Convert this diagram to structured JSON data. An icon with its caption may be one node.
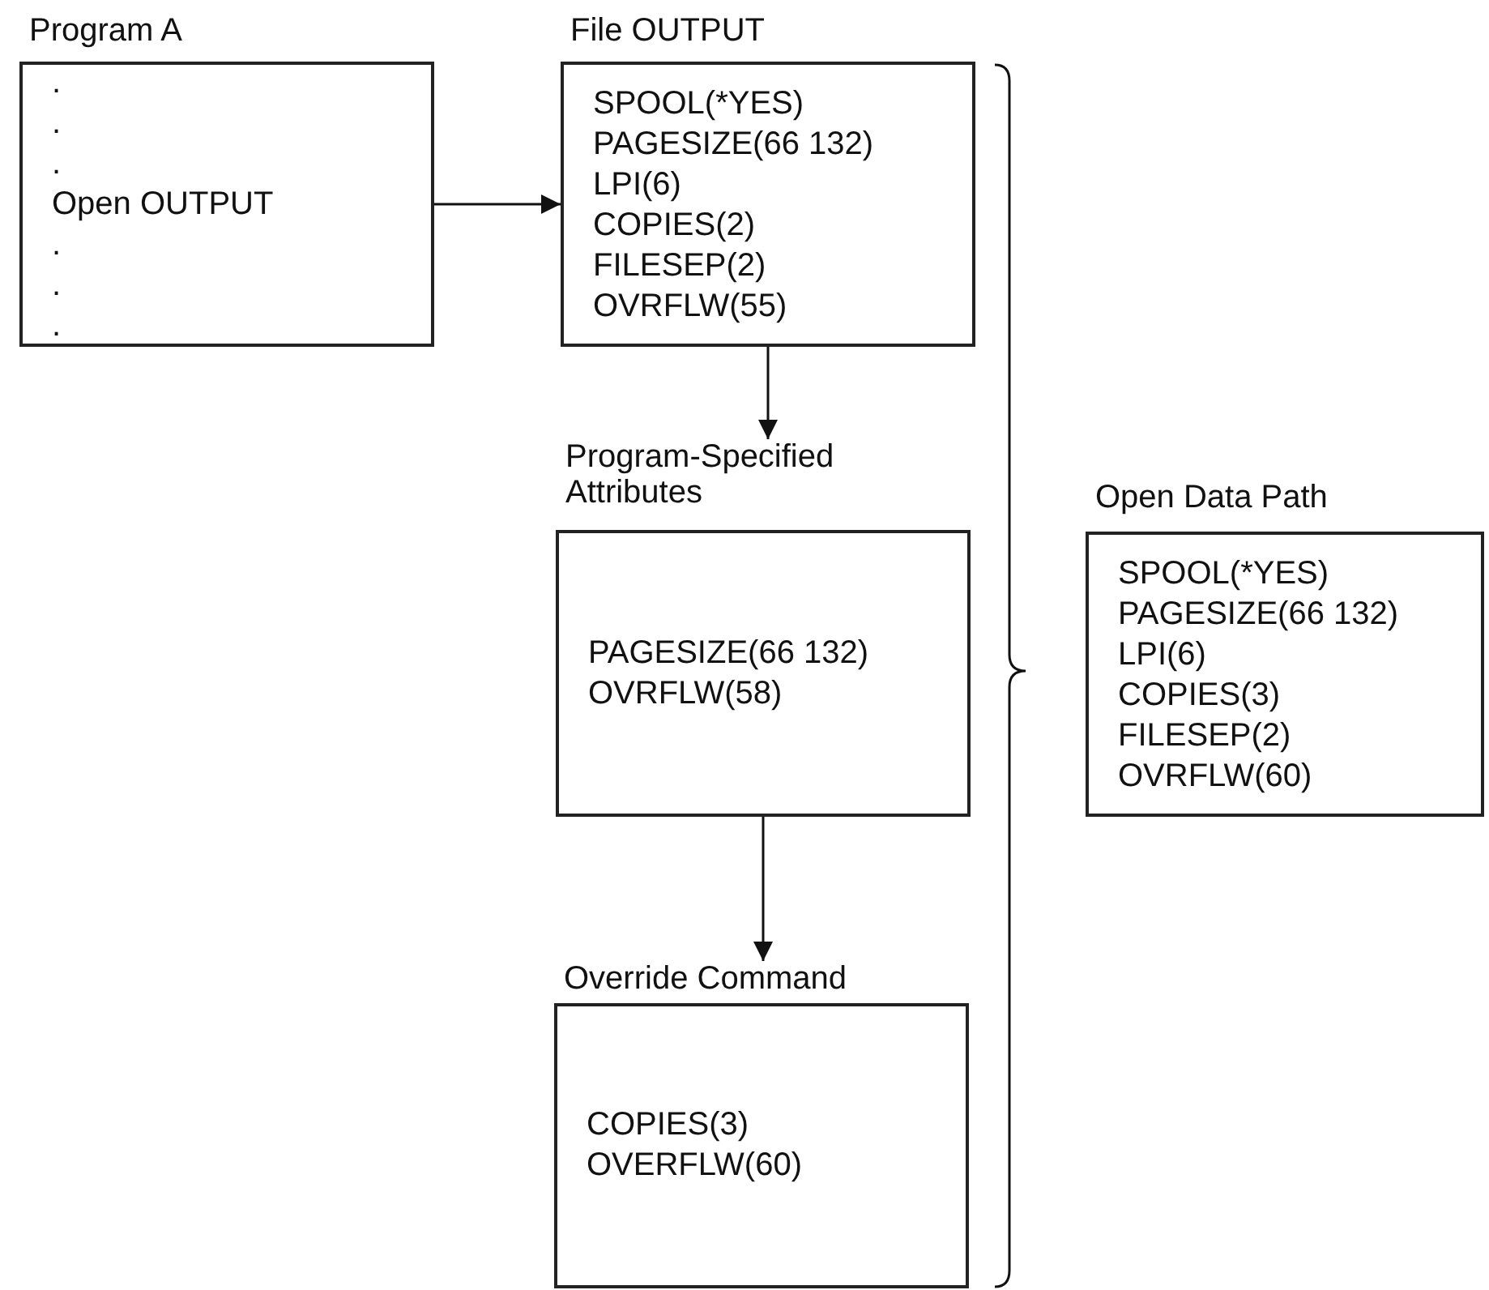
{
  "diagram": {
    "nodes": [
      {
        "text": [
          "Program A",
          ". . . Open OUTPUT . . ."
        ]
      },
      {
        "text": [
          "File OUTPUT",
          "SPOOL(*YES) PAGESIZE(66 132) LPI(6) COPIES(2) FILESEP(2) OVRFLW(55)"
        ]
      },
      {
        "text": [
          "Program-Specified Attributes",
          "PAGESIZE(66 132) OVRFLW(58)"
        ]
      },
      {
        "text": [
          "Override Command",
          "COPIES(3) OVERFLW(60)"
        ]
      },
      {
        "text": [
          "Open Data Path",
          "SPOOL(*YES) PAGESIZE(66 132) LPI(6) COPIES(3) FILESEP(2) OVRFLW(60)"
        ]
      }
    ],
    "edges": [
      {
        "from": 0,
        "to": 1,
        "arrow": "to"
      },
      {
        "from": 1,
        "to": 2,
        "arrow": "to"
      },
      {
        "from": 2,
        "to": 3,
        "arrow": "to"
      }
    ]
  }
}
